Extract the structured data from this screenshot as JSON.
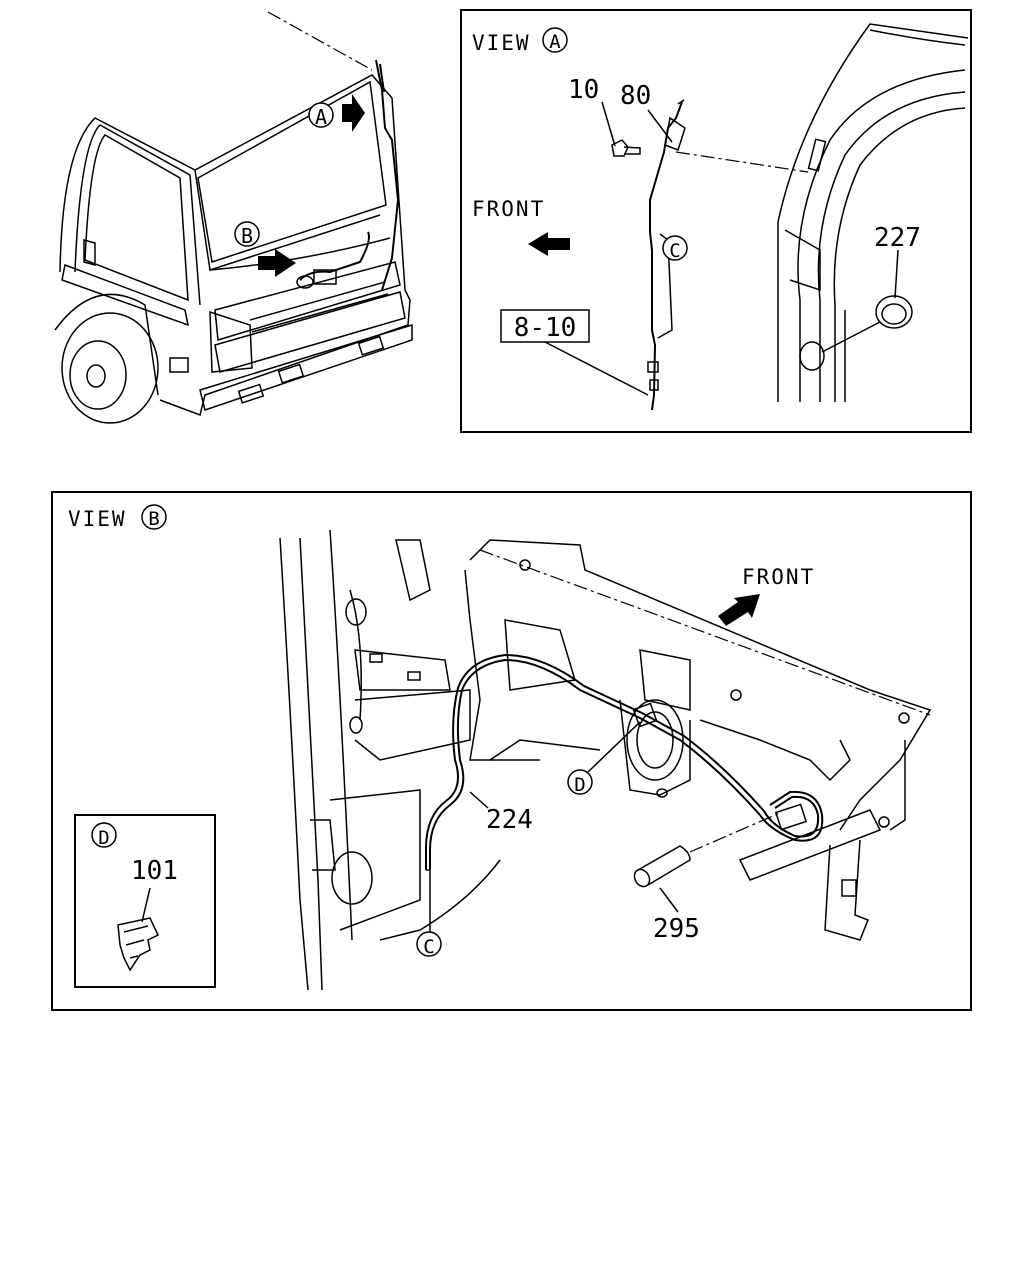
{
  "view_a": {
    "title": "VIEW",
    "marker": "A",
    "front_label": "FRONT",
    "parts": {
      "p10": "10",
      "p80": "80",
      "p227": "227",
      "p8_10": "8-10"
    },
    "connector": "C"
  },
  "view_b": {
    "title": "VIEW",
    "marker": "B",
    "front_label": "FRONT",
    "parts": {
      "p224": "224",
      "p295": "295"
    },
    "connectors": {
      "d": "D",
      "c": "C"
    }
  },
  "detail_d": {
    "marker": "D",
    "part": "101"
  },
  "overview": {
    "marker_a": "A",
    "marker_b": "B"
  }
}
